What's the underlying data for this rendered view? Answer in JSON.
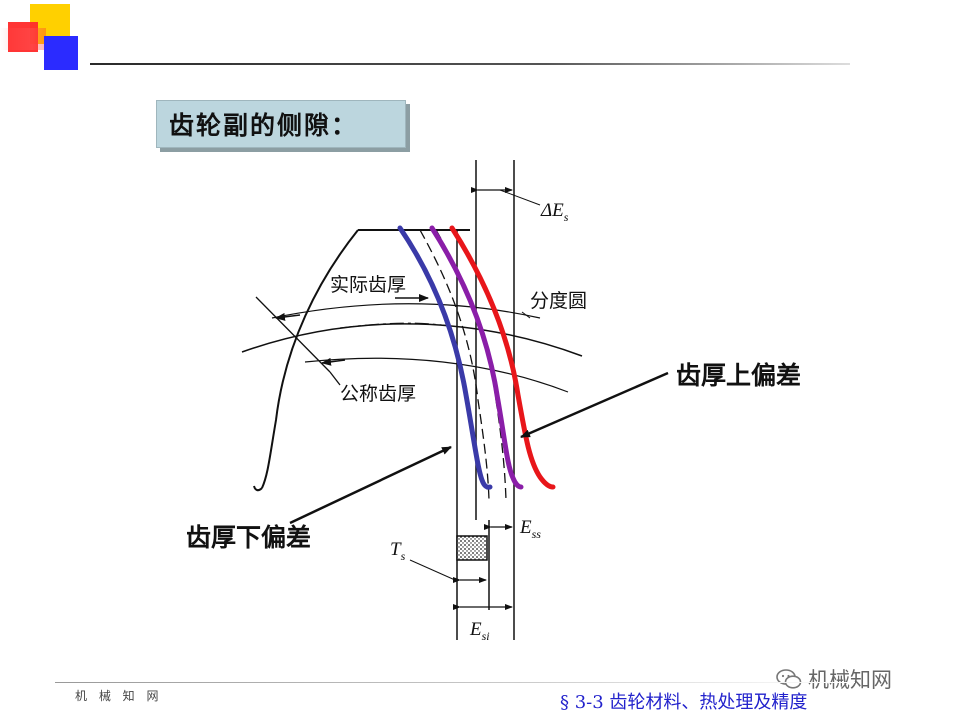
{
  "slide_title": "齿轮副的侧隙：",
  "labels": {
    "delta_es": "ΔE",
    "delta_es_sub": "s",
    "actual_thickness": "实际齿厚",
    "pitch_circle": "分度圆",
    "nominal_thickness": "公称齿厚",
    "upper_deviation": "齿厚上偏差",
    "lower_deviation": "齿厚下偏差",
    "ess": "E",
    "ess_sub": "ss",
    "ts": "T",
    "ts_sub": "s",
    "esi": "E",
    "esi_sub": "si"
  },
  "footer": {
    "left": "机 械 知 网",
    "right": "§ 3-3  齿轮材料、热处理及精度"
  },
  "watermark": "机械知网",
  "colors": {
    "red_curve": "#e8161a",
    "purple_curve": "#8a1ea8",
    "blue_curve": "#3a3aa8",
    "title_bg": "#bcd6de"
  }
}
